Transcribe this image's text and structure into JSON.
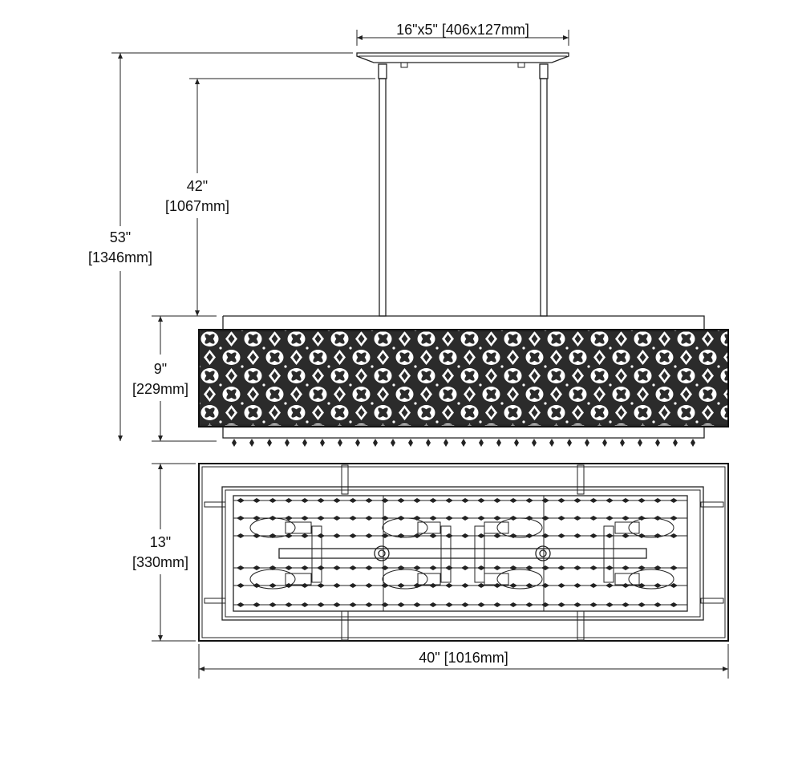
{
  "dimensions": {
    "canopy": "16\"x5\" [406x127mm]",
    "drop_in": "42\"",
    "drop_mm": "[1067mm]",
    "overall_in": "53\"",
    "overall_mm": "[1346mm]",
    "shade_height_in": "9\"",
    "shade_height_mm": "[229mm]",
    "depth_in": "13\"",
    "depth_mm": "[330mm]",
    "width": "40\" [1016mm]"
  }
}
